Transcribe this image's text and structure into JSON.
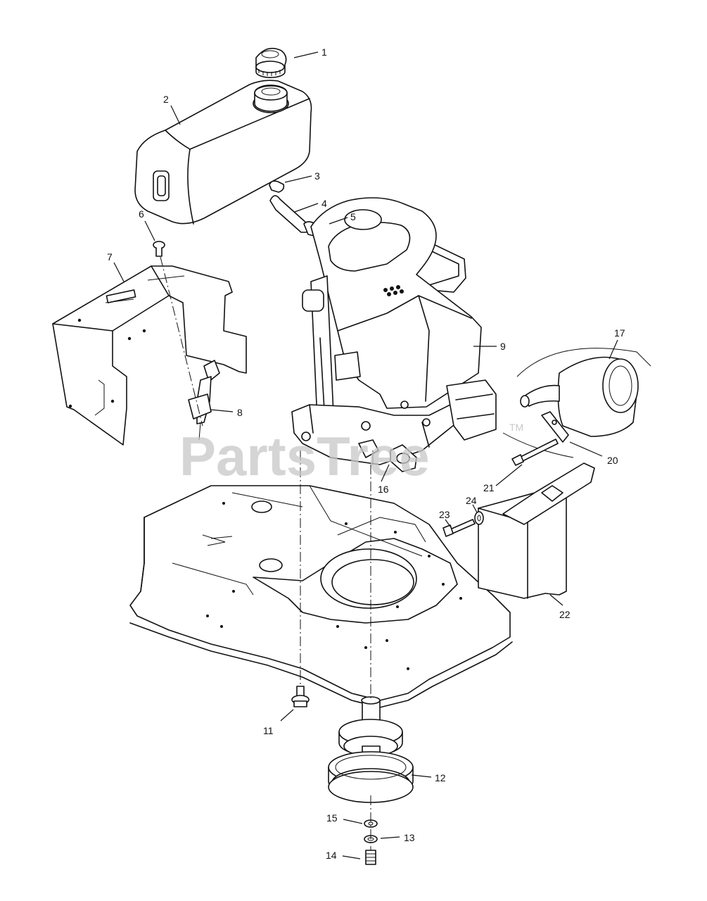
{
  "watermark": {
    "text": "PartsTree",
    "trademark": "TM"
  },
  "callouts": [
    {
      "id": "c1",
      "label": "1"
    },
    {
      "id": "c2",
      "label": "2"
    },
    {
      "id": "c3",
      "label": "3"
    },
    {
      "id": "c4",
      "label": "4"
    },
    {
      "id": "c5",
      "label": "5"
    },
    {
      "id": "c6",
      "label": "6"
    },
    {
      "id": "c7",
      "label": "7"
    },
    {
      "id": "c8",
      "label": "8"
    },
    {
      "id": "c9",
      "label": "9"
    },
    {
      "id": "c11",
      "label": "11"
    },
    {
      "id": "c12",
      "label": "12"
    },
    {
      "id": "c13",
      "label": "13"
    },
    {
      "id": "c14",
      "label": "14"
    },
    {
      "id": "c15",
      "label": "15"
    },
    {
      "id": "c16",
      "label": "16"
    },
    {
      "id": "c17",
      "label": "17"
    },
    {
      "id": "c20",
      "label": "20"
    },
    {
      "id": "c21",
      "label": "21"
    },
    {
      "id": "c22",
      "label": "22"
    },
    {
      "id": "c23",
      "label": "23"
    },
    {
      "id": "c24",
      "label": "24"
    }
  ]
}
